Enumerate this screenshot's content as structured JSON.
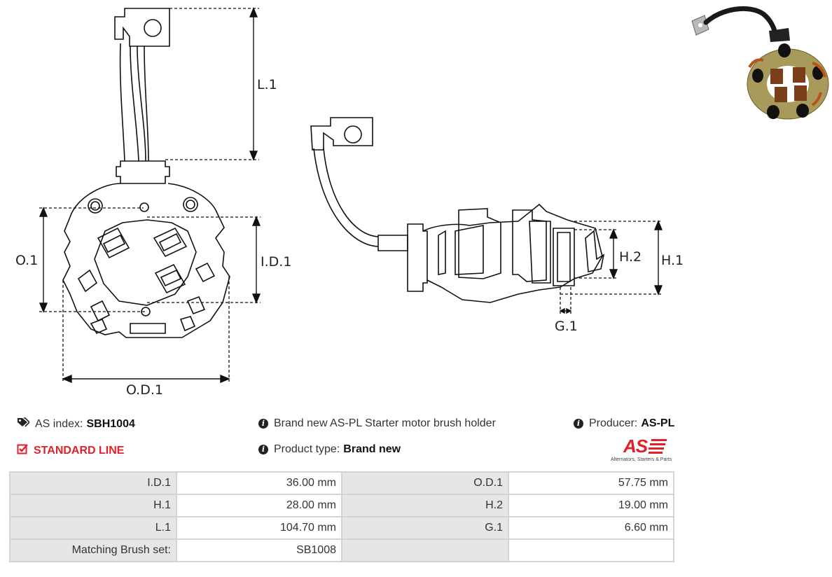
{
  "dimensions": {
    "l1": "L.1",
    "o1": "O.1",
    "id1": "I.D.1",
    "od1": "O.D.1",
    "h1": "H.1",
    "h2": "H.2",
    "g1": "G.1"
  },
  "info": {
    "as_index_label": "AS index:",
    "as_index_value": "SBH1004",
    "standard_line": "STANDARD LINE",
    "description": "Brand new AS-PL Starter motor brush holder",
    "product_type_label": "Product type:",
    "product_type_value": "Brand new",
    "producer_label": "Producer:",
    "producer_value": "AS-PL"
  },
  "logo": {
    "mark": "AS",
    "tagline": "Alternators, Starters & Parts"
  },
  "specs": [
    [
      "I.D.1",
      "36.00 mm",
      "O.D.1",
      "57.75 mm"
    ],
    [
      "H.1",
      "28.00 mm",
      "H.2",
      "19.00 mm"
    ],
    [
      "L.1",
      "104.70 mm",
      "G.1",
      "6.60 mm"
    ],
    [
      "Matching Brush set:",
      "SB1008",
      "",
      ""
    ]
  ],
  "colors": {
    "accent": "#e0202a",
    "label_bg": "#e6e6e6",
    "border": "#d4d4d4"
  }
}
